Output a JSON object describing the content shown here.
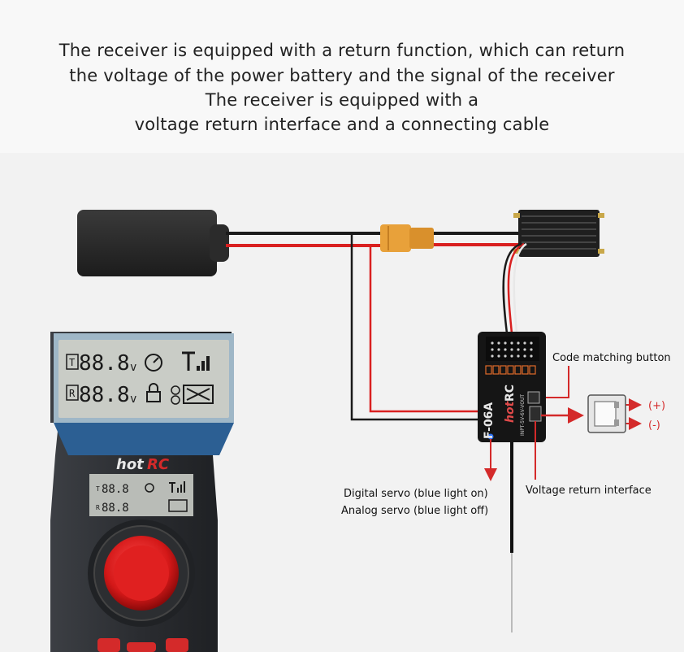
{
  "header": {
    "lines": [
      "The receiver is equipped with a return function, which can return",
      "the voltage of the power battery and the signal of the receiver",
      "The receiver is equipped with a",
      "voltage return interface and a connecting cable"
    ]
  },
  "labels": {
    "code_matching_button": "Code matching button",
    "plus": "(+)",
    "minus": "(-)",
    "digital_servo": "Digital servo (blue light on)",
    "analog_servo": "Analog servo (blue light off)",
    "voltage_return_interface": "Voltage return interface"
  },
  "receiver": {
    "model": "F-06A",
    "brand_prefix": "hot",
    "brand_suffix": "RC",
    "channel_label": "INPT-5V-6V-VOUT"
  },
  "transmitter": {
    "brand_prefix": "hot",
    "brand_suffix": "RC",
    "lcd_row1_battery_icon": "T",
    "lcd_row2_battery_icon": "R",
    "lcd_row1_value": "88.8",
    "lcd_row2_value": "88.8",
    "lcd_unit": "v",
    "small_row1_value": "88.8",
    "small_row2_value": "88.8",
    "small_row1_icon": "T",
    "small_row2_icon": "R"
  },
  "colors": {
    "wire_red": "#d92020",
    "wire_black": "#1a1a1a",
    "arrow_red": "#d42a2a",
    "connector_yellow": "#e8a13a",
    "lcd_bg": "#c9ccc6",
    "lcd_frame": "#9fb7c7"
  }
}
